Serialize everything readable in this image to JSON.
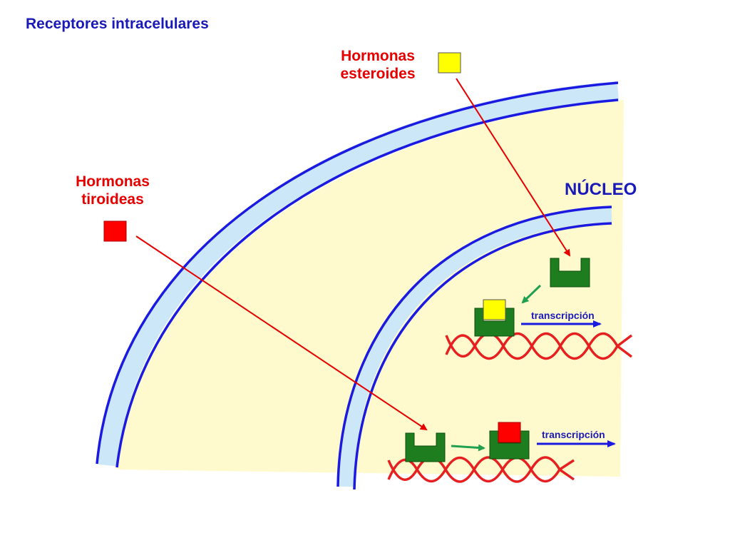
{
  "title": "Receptores intracelulares",
  "labels": {
    "steroid_line1": "Hormonas",
    "steroid_line2": "esteroides",
    "thyroid_line1": "Hormonas",
    "thyroid_line2": "tiroideas",
    "nucleus": "NÚCLEO",
    "transcription_1": "transcripción",
    "transcription_2": "transcripción"
  },
  "colors": {
    "title_text": "#1a1ab8",
    "hormone_label": "#e60000",
    "cytoplasm": "#fffacd",
    "membrane_fill": "#cce8f8",
    "membrane_line": "#1a1ae0",
    "steroid_hormone": "#ffff00",
    "thyroid_hormone": "#ff0000",
    "receptor": "#1e7d1e",
    "dna": "#e62020",
    "pathway_arrow": "#e60000",
    "binding_arrow": "#20a050",
    "transcription_arrow": "#1a1ae0"
  },
  "icons": {
    "steroid_hormone": "yellow-square-icon",
    "thyroid_hormone": "red-square-icon",
    "receptor": "u-shaped-receptor-icon",
    "dna": "double-helix-icon"
  }
}
